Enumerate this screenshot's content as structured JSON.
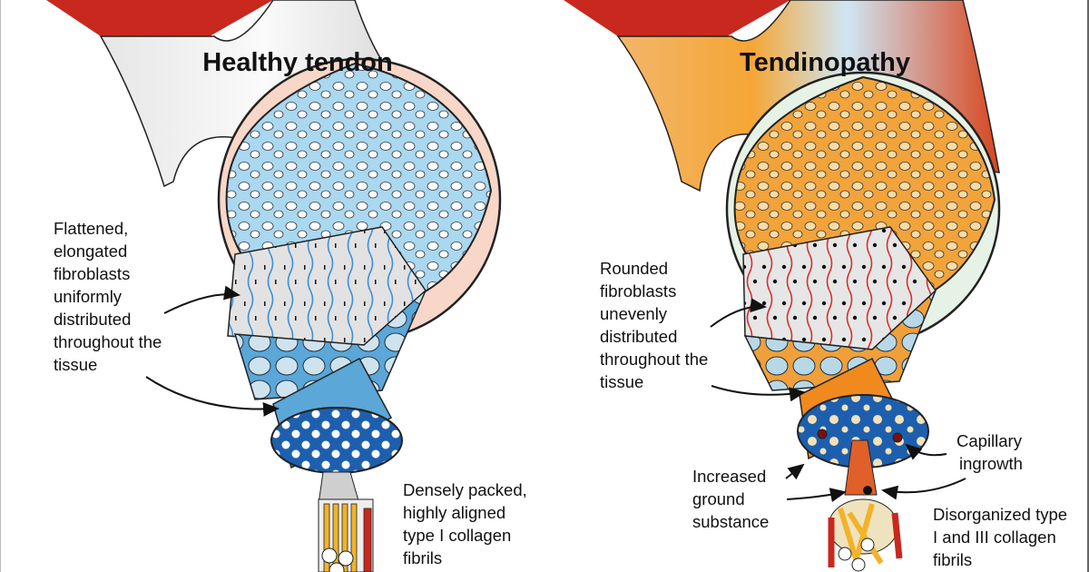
{
  "healthy": {
    "title": "Healthy tendon",
    "fibroblast_label": [
      "Flattened,",
      "elongated",
      "fibroblasts",
      "uniformly",
      "distributed",
      "throughout the",
      "tissue"
    ],
    "collagen_label": [
      "Densely packed,",
      "highly aligned",
      "type I collagen",
      "fibrils"
    ]
  },
  "tendinopathy": {
    "title": "Tendinopathy",
    "fibroblast_label": [
      "Rounded",
      "fibroblasts",
      "unevenly",
      "distributed",
      "throughout the",
      "tissue"
    ],
    "capillary_label": [
      "Capillary",
      "ingrowth"
    ],
    "ground_label": [
      "Increased",
      "ground",
      "substance"
    ],
    "collagen_label": [
      "Disorganized type",
      "I and III collagen",
      "fibrils"
    ]
  },
  "colors": {
    "healthy_fascicle": "#a9d8f0",
    "healthy_sheath": "#f8d7c8",
    "patho_fascicle": "#f2a33a",
    "patho_sheath": "#e6f2e6",
    "muscle_red": "#c8281e",
    "fibril_blue": "#1d5fae"
  }
}
